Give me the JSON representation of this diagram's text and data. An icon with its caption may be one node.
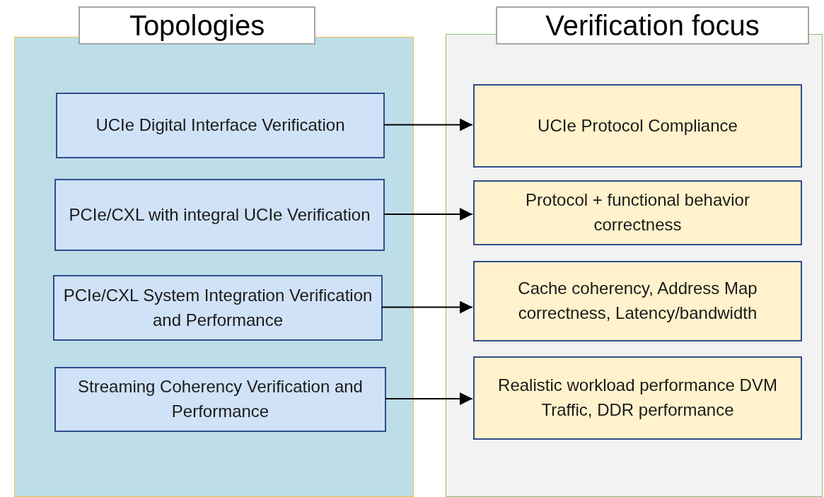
{
  "diagram": {
    "nodes": [
      {
        "text": [
          "Topologies"
        ]
      },
      {
        "text": [
          "UCIe Digital Interface Verification"
        ],
        "in": 0
      },
      {
        "text": [
          "PCIe/CXL with integral UCIe Verification"
        ],
        "in": 0
      },
      {
        "text": [
          "PCIe/CXL System Integration Verification and Performance"
        ],
        "in": 0
      },
      {
        "text": [
          "Streaming Coherency Verification and Performance"
        ],
        "in": 0
      },
      {
        "text": [
          "Verification focus"
        ]
      },
      {
        "text": [
          "UCIe Protocol Compliance"
        ],
        "in": 5
      },
      {
        "text": [
          "Protocol + functional behavior correctness"
        ],
        "in": 5
      },
      {
        "text": [
          "Cache coherency, Address Map correctness, Latency/bandwidth"
        ],
        "in": 5
      },
      {
        "text": [
          "Realistic workload performance DVM Traffic, DDR performance"
        ],
        "in": 5
      }
    ],
    "edges": [
      {
        "from": 1,
        "to": 6,
        "arrow": "to"
      },
      {
        "from": 2,
        "to": 7,
        "arrow": "to"
      },
      {
        "from": 3,
        "to": 8,
        "arrow": "to"
      },
      {
        "from": 4,
        "to": 9,
        "arrow": "to"
      }
    ]
  }
}
